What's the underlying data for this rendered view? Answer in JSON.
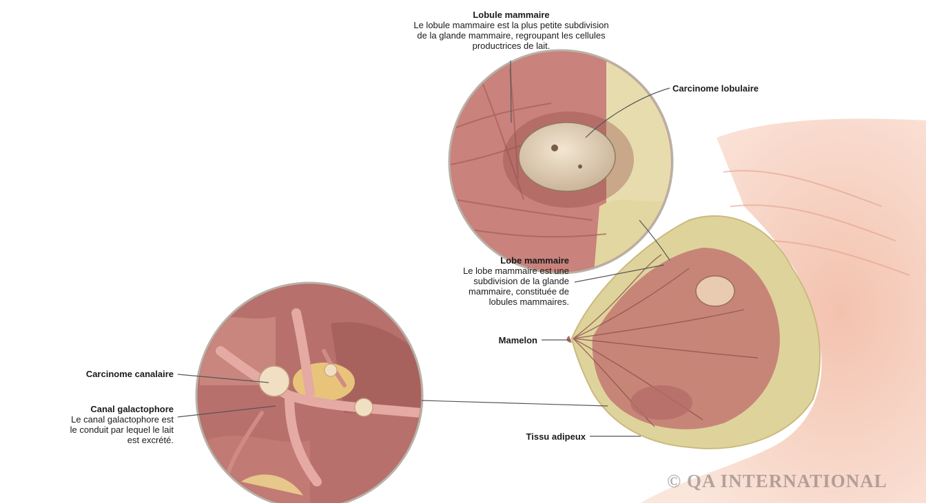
{
  "labels": {
    "lobule": {
      "title": "Lobule mammaire",
      "desc": [
        "Le lobule mammaire est la plus petite subdivision",
        "de la glande mammaire, regroupant les cellules",
        "productrices de lait."
      ]
    },
    "carcinome_lobulaire": {
      "title": "Carcinome lobulaire"
    },
    "lobe": {
      "title": "Lobe mammaire",
      "desc": [
        "Le lobe mammaire est une",
        "subdivision de la glande",
        "mammaire, constituée de",
        "lobules mammaires."
      ]
    },
    "mamelon": {
      "title": "Mamelon"
    },
    "carcinome_canalaire": {
      "title": "Carcinome canalaire"
    },
    "canal": {
      "title": "Canal galactophore",
      "desc": [
        "Le canal galactophore est",
        "le conduit par lequel le lait",
        "est excrété."
      ]
    },
    "tissu": {
      "title": "Tissu adipeux"
    }
  },
  "watermark": "© QA INTERNATIONAL",
  "colors": {
    "skin": "#f2c6b4",
    "tissue": "#c97c78",
    "fat": "#e3d8a6",
    "tumor": "#ead9c2",
    "line": "#555555"
  }
}
